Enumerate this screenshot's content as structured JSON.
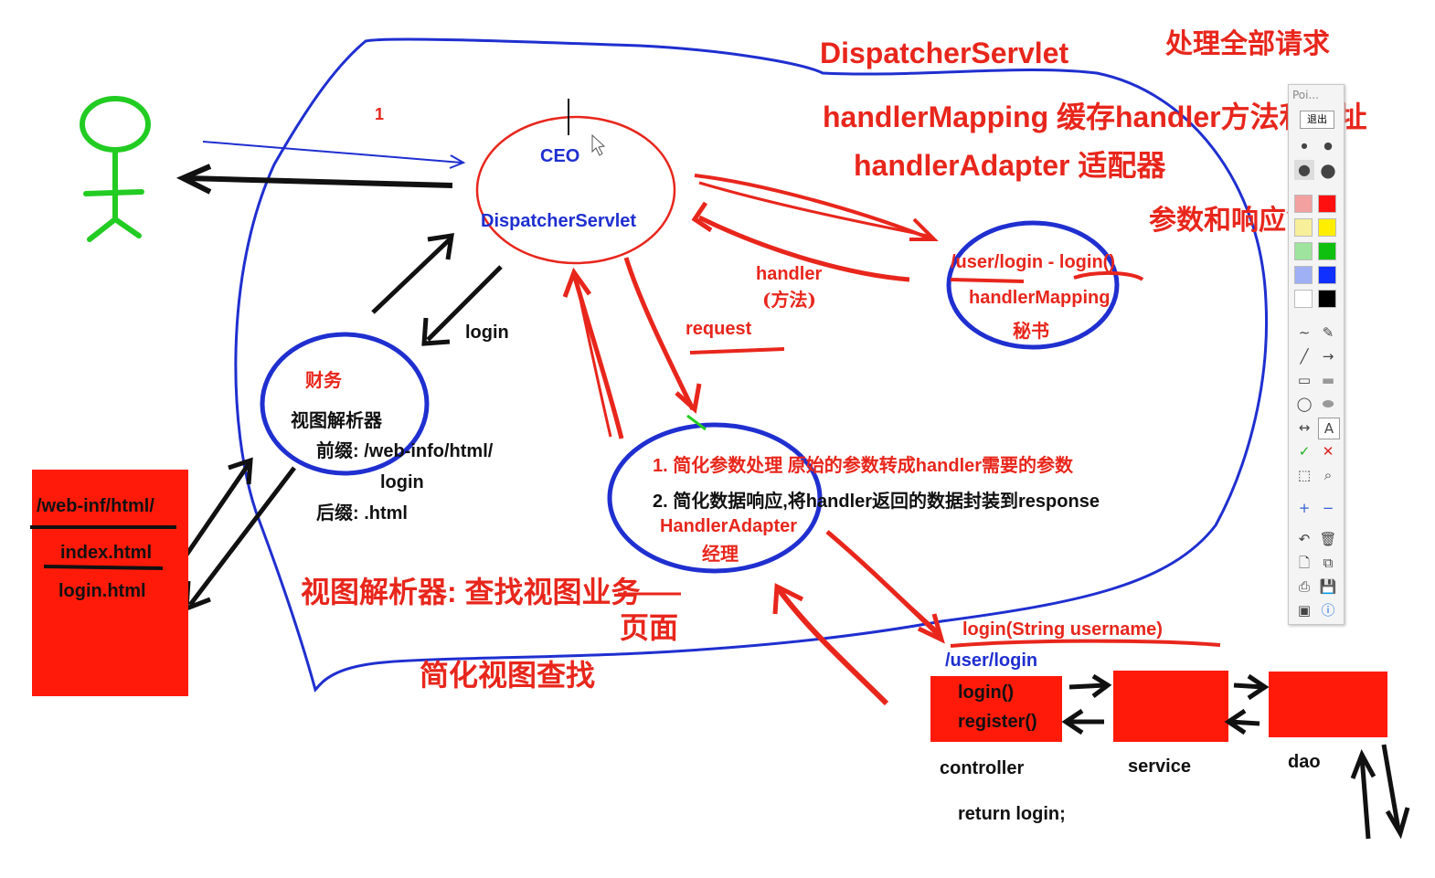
{
  "labels": {
    "num_1": "1",
    "ceo": "CEO",
    "dispatcher_inner": "DispatcherServlet",
    "dispatcher_title": "DispatcherServlet",
    "process_all": "处理全部请求",
    "handler_mapping_note": "handlerMapping 缓存handler方法和地址",
    "handler_adapter_note": "handlerAdapter 适配器",
    "params_note": "参数和响应简化",
    "handler": "handler",
    "method": "(方法)",
    "request": "request",
    "login_arrow": "login",
    "user_login_map": "/user/login  - login()",
    "handler_mapping": "handlerMapping",
    "secretary": "秘书",
    "finance": "财务",
    "view_resolver": "视图解析器",
    "prefix": "前缀: /web-info/html/",
    "login_name": "login",
    "suffix": "后缀: .html",
    "adapter_1": "1. 简化参数处理 原始的参数转成handler需要的参数",
    "adapter_2": "2. 简化数据响应,将handler返回的数据封装到response",
    "handler_adapter": "HandlerAdapter",
    "manager": "经理",
    "web_inf": "/web-inf/html/",
    "index_html": "index.html",
    "login_html": "login.html",
    "view_resolver_desc": "视图解析器: 查找视图业务",
    "page": "页面",
    "simplify_view": "简化视图查找",
    "login_sig": "login(String username)",
    "user_login_path": "/user/login",
    "login_fn": "login()",
    "register_fn": "register()",
    "controller": "controller",
    "service": "service",
    "dao": "dao",
    "return_login": "return login;"
  },
  "toolbar": {
    "title": "Poi...",
    "exit": "退出"
  },
  "colors": {
    "ink_red": "#e8261c",
    "ink_blue": "#1f2fd0",
    "ink_black": "#111111",
    "ink_green": "#22cc22",
    "box_red": "#ff1a0a"
  }
}
